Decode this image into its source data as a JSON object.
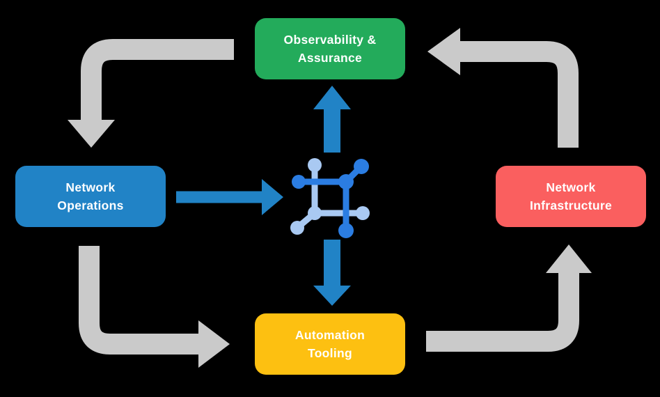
{
  "colors": {
    "background": "#000000",
    "green": "#23ab5b",
    "blue": "#2183c6",
    "red": "#fa5f5f",
    "yellow": "#fdc011",
    "arrow-gray": "#cacaca",
    "arrow-blue": "#2183c6",
    "icon-dark-blue": "#2b7de2",
    "icon-light-blue": "#a9c9f2",
    "label-text": "#ffffff"
  },
  "nodes": {
    "observability": {
      "line1": "Observability &",
      "line2": "Assurance"
    },
    "operations": {
      "line1": "Network",
      "line2": "Operations"
    },
    "infrastructure": {
      "line1": "Network",
      "line2": "Infrastructure"
    },
    "automation": {
      "line1": "Automation",
      "line2": "Tooling"
    }
  },
  "center_icon": "network-mesh-icon",
  "flows": [
    {
      "from": "Observability & Assurance",
      "to": "Network Operations",
      "style": "gray"
    },
    {
      "from": "Network Infrastructure",
      "to": "Observability & Assurance",
      "style": "gray"
    },
    {
      "from": "Network Operations",
      "to": "Automation Tooling",
      "style": "gray"
    },
    {
      "from": "Automation Tooling",
      "to": "Network Infrastructure",
      "style": "gray"
    },
    {
      "from": "Network Operations",
      "to": "network-mesh-icon",
      "style": "blue"
    },
    {
      "from": "network-mesh-icon",
      "to": "Observability & Assurance",
      "style": "blue"
    },
    {
      "from": "network-mesh-icon",
      "to": "Automation Tooling",
      "style": "blue"
    }
  ]
}
